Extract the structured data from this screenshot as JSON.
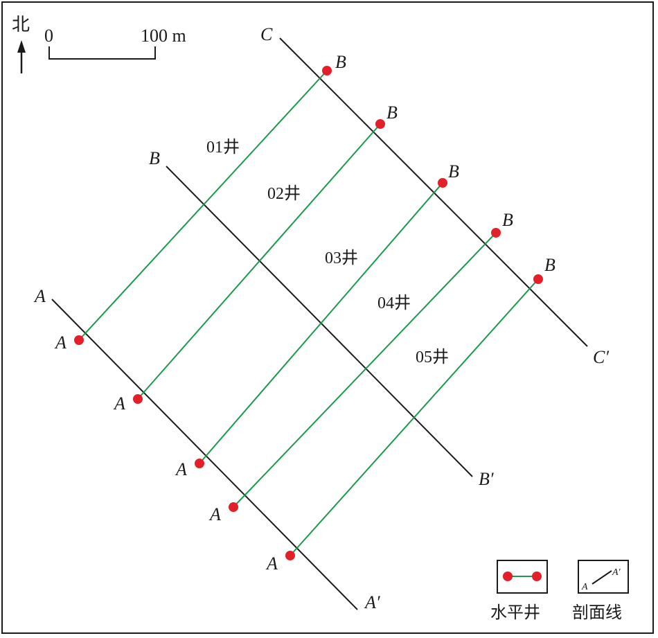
{
  "north": {
    "label": "北"
  },
  "scale_bar": {
    "start_label": "0",
    "end_label": "100 m"
  },
  "colors": {
    "well_line": "#1a9a4a",
    "well_dot": "#e3202a",
    "section_line": "#1a1a1a"
  },
  "sections": [
    {
      "id": "A",
      "start_label": "A",
      "end_label": "A′"
    },
    {
      "id": "B",
      "start_label": "B",
      "end_label": "B′"
    },
    {
      "id": "C",
      "start_label": "C",
      "end_label": "C′"
    }
  ],
  "wells": [
    {
      "name": "01井",
      "heel_label": "A",
      "toe_label": "B"
    },
    {
      "name": "02井",
      "heel_label": "A",
      "toe_label": "B"
    },
    {
      "name": "03井",
      "heel_label": "A",
      "toe_label": "B"
    },
    {
      "name": "04井",
      "heel_label": "A",
      "toe_label": "B"
    },
    {
      "name": "05井",
      "heel_label": "A",
      "toe_label": "B"
    }
  ],
  "legend": {
    "horizontal_well": "水平井",
    "section_line": "剖面线",
    "section_icon_start": "A",
    "section_icon_end": "A′"
  }
}
